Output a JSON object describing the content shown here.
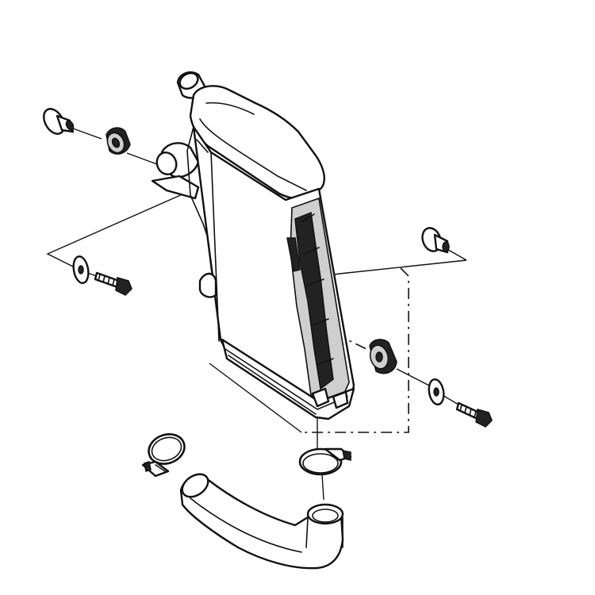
{
  "diagram": {
    "kind": "exploded-parts-diagram",
    "subject": "intercooler-assembly",
    "colors": {
      "line": "#111111",
      "fill": "#ffffff",
      "shade": "#cfcfcf",
      "dark": "#222222"
    },
    "parts": [
      {
        "id": "intercooler",
        "icon": "intercooler-icon"
      },
      {
        "id": "grommet-upper-left",
        "icon": "grommet-icon"
      },
      {
        "id": "collar-upper-left",
        "icon": "collar-icon"
      },
      {
        "id": "washer-left",
        "icon": "washer-icon"
      },
      {
        "id": "bolt-left",
        "icon": "bolt-icon"
      },
      {
        "id": "collar-right",
        "icon": "collar-icon"
      },
      {
        "id": "grommet-right",
        "icon": "grommet-icon"
      },
      {
        "id": "washer-right",
        "icon": "washer-icon"
      },
      {
        "id": "bolt-right",
        "icon": "bolt-icon"
      },
      {
        "id": "hose-clamp-left",
        "icon": "hose-clamp-icon"
      },
      {
        "id": "hose-clamp-right",
        "icon": "hose-clamp-icon"
      },
      {
        "id": "intercooler-hose",
        "icon": "hose-icon"
      }
    ]
  }
}
